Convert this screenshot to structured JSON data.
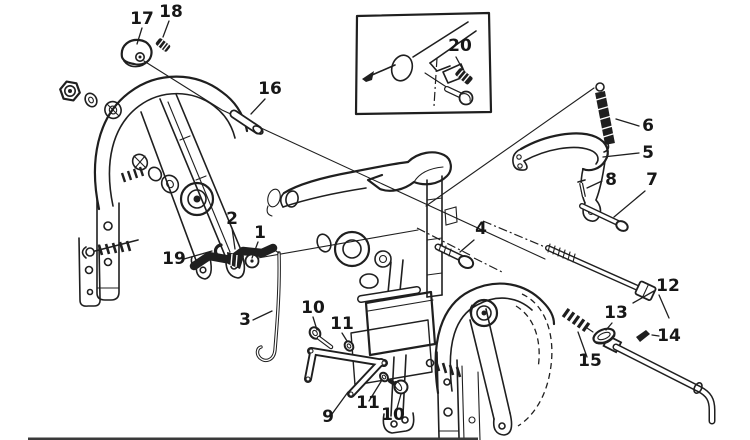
{
  "meta": {
    "figure_type": "exploded-parts-diagram",
    "background": "#ffffff",
    "ink": "#1f1f1f"
  },
  "figure": {
    "callouts": [
      {
        "text": "17"
      },
      {
        "text": "18"
      },
      {
        "text": "16"
      },
      {
        "text": "20"
      },
      {
        "text": "6"
      },
      {
        "text": "5"
      },
      {
        "text": "8"
      },
      {
        "text": "7"
      },
      {
        "text": "4"
      },
      {
        "text": "2"
      },
      {
        "text": "1"
      },
      {
        "text": "19"
      },
      {
        "text": "3"
      },
      {
        "text": "10"
      },
      {
        "text": "11"
      },
      {
        "text": "9"
      },
      {
        "text": "11"
      },
      {
        "text": "10"
      },
      {
        "text": "12"
      },
      {
        "text": "13"
      },
      {
        "text": "14"
      },
      {
        "text": "15"
      }
    ]
  }
}
